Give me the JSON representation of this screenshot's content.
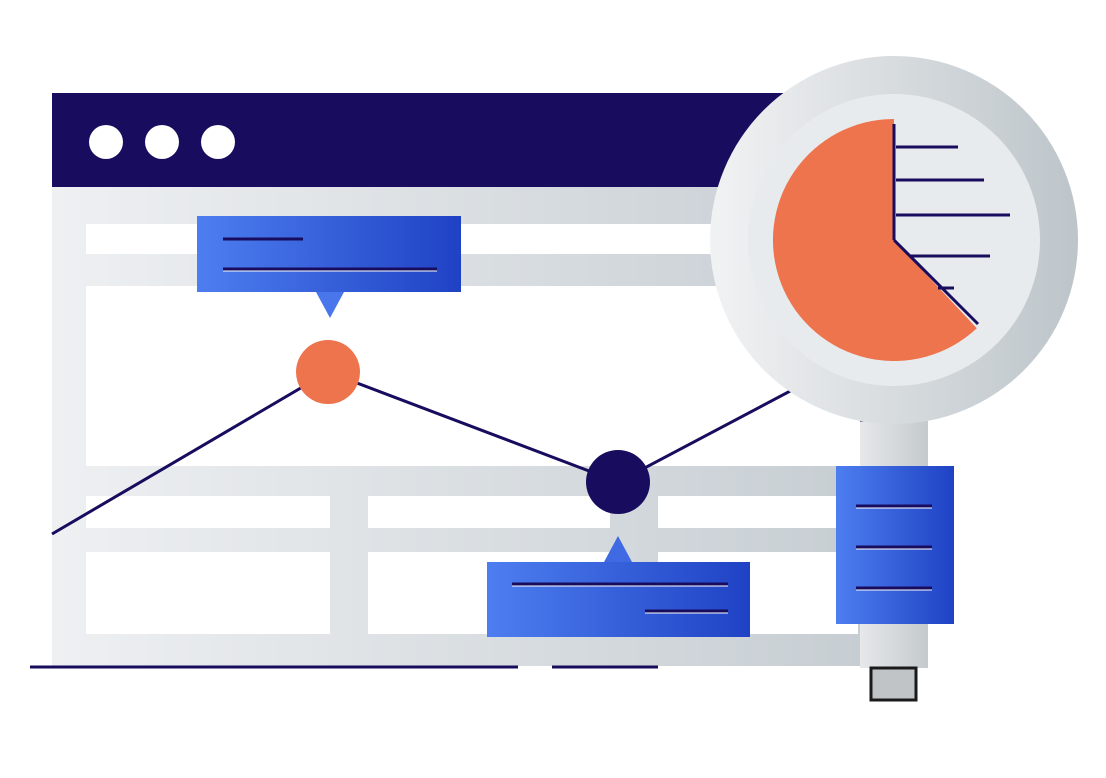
{
  "illustration": {
    "window_controls": [
      {
        "icon": "window-dot-icon"
      },
      {
        "icon": "window-dot-icon"
      },
      {
        "icon": "window-dot-icon"
      }
    ],
    "chart": {
      "points": [
        {
          "state": "highlighted"
        },
        {
          "state": "selected"
        }
      ]
    },
    "magnifier": {
      "icon": "magnifying-glass-icon",
      "pie_slice_fraction": 0.62,
      "legend_line_count": 5
    },
    "info_card": {
      "line_count": 3
    }
  },
  "colors": {
    "navy": "#170c5e",
    "orange": "#ed744c",
    "blue_start": "#4d7ef0",
    "blue_end": "#1f42c4",
    "panel_gray": "#dde2e6",
    "lens_ring": "#e7eaec",
    "handle_gray": "#c0c4c6"
  }
}
